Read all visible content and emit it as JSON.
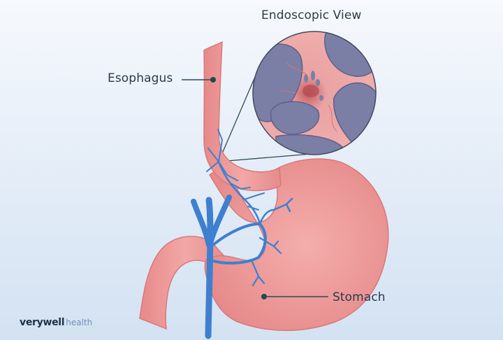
{
  "diagram": {
    "title": "Endoscopic View",
    "labels": {
      "esophagus": "Esophagus",
      "stomach": "Stomach"
    },
    "brand": {
      "primary": "verywell",
      "secondary": "health"
    },
    "colors": {
      "background_top": "#f6f9fd",
      "background_bottom": "#d3e2f2",
      "tissue_pink": "#ec9a98",
      "tissue_outline": "#d9787a",
      "vein_blue": "#3f7fd0",
      "endoscopic_folds": "#7b7fa6",
      "label_text": "#2c3a4a",
      "leader_line": "#2d4b55"
    }
  }
}
